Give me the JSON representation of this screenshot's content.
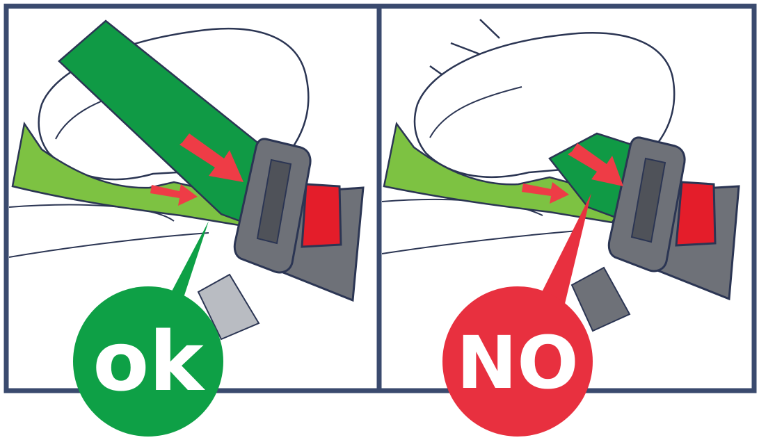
{
  "panels": [
    {
      "id": "correct",
      "badge_label": "ok",
      "badge_color": "#0ea046"
    },
    {
      "id": "incorrect",
      "badge_label": "NO",
      "badge_color": "#e8303f"
    }
  ],
  "colors": {
    "frame": "#3a4a6e",
    "outline": "#2b3553",
    "shoulder_belt": "#109a45",
    "lap_belt": "#7dc242",
    "arrow": "#ee3c46",
    "buckle_gray": "#6e7178",
    "buckle_dark": "#4f5259",
    "strap_gray": "#b9bcc2",
    "release_red": "#e41d2a"
  },
  "icons": [
    "seat-cushion",
    "buckle-icon",
    "direction-arrow-icon"
  ]
}
